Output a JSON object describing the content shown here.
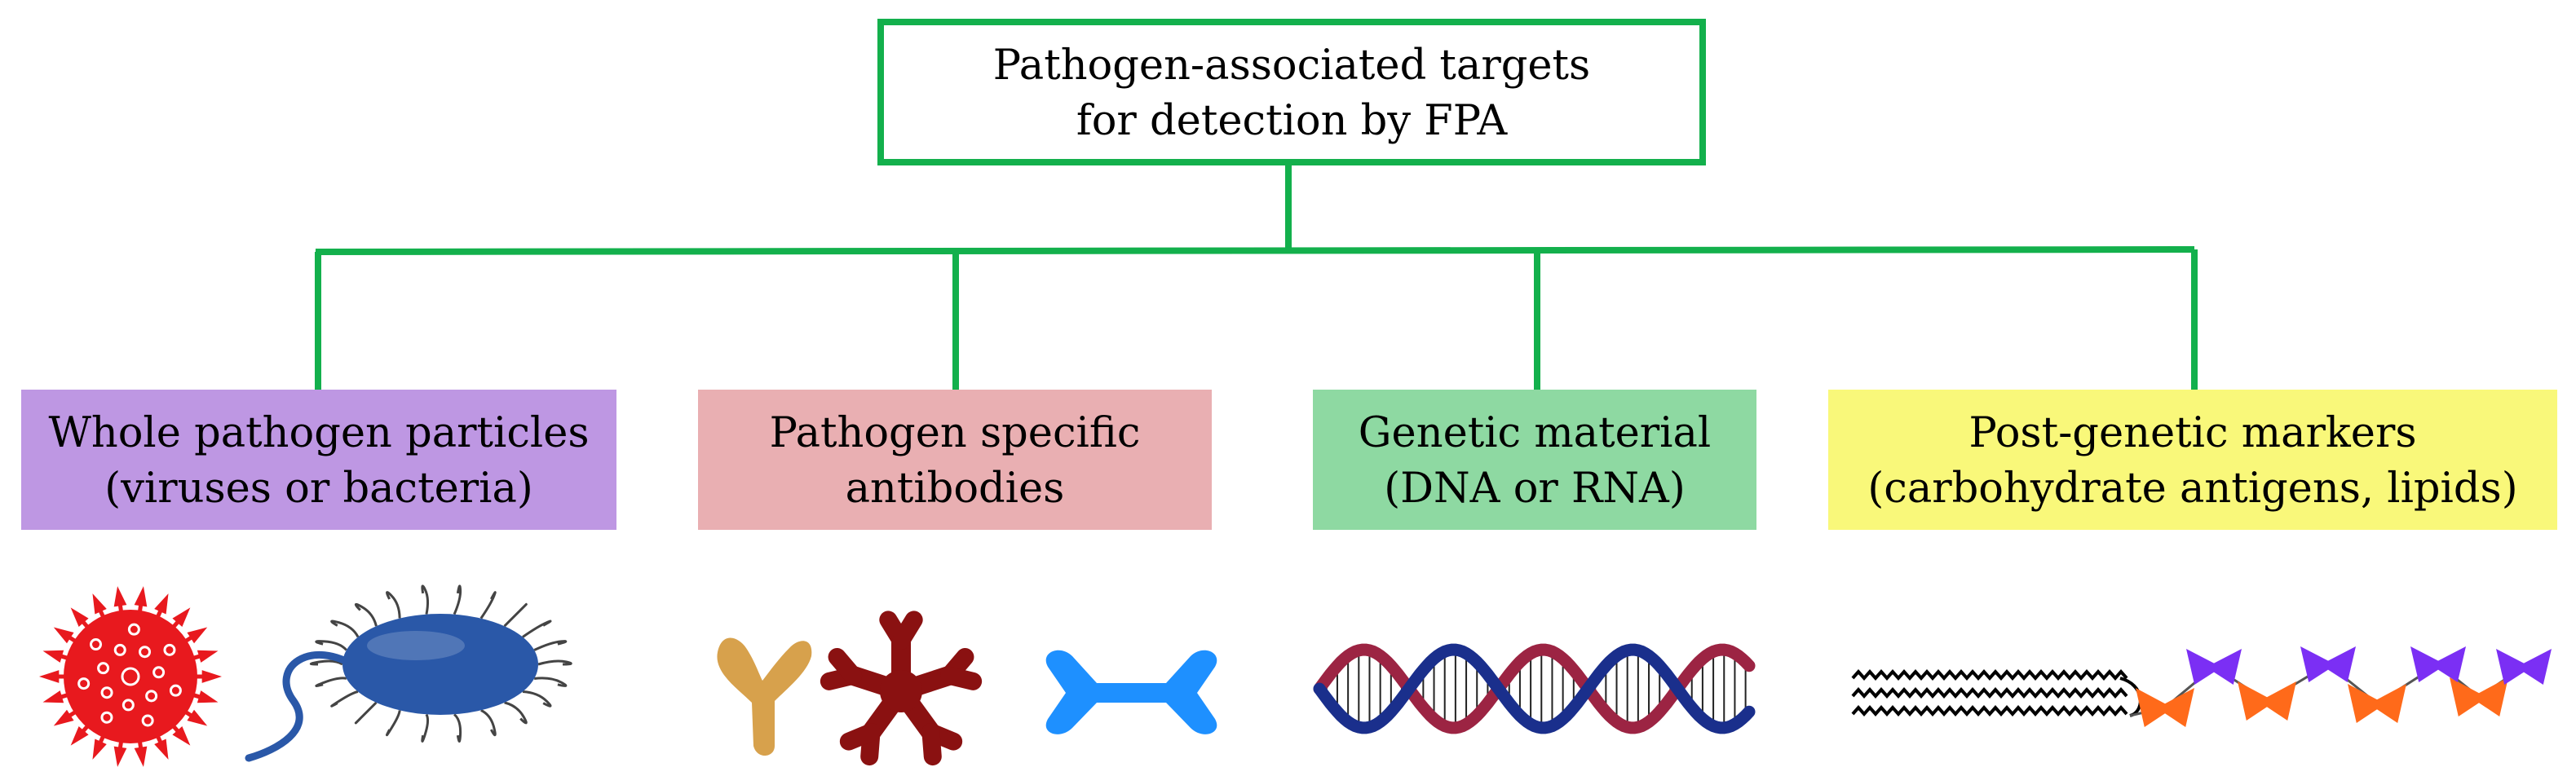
{
  "colors": {
    "connector": "#13b04c",
    "root_fill": "#ffffff",
    "category_fills": [
      "#be97e3",
      "#e9afb2",
      "#8ed9a2",
      "#f9f87a"
    ],
    "virus": "#e8191e",
    "bacterium": "#2a58a8",
    "antibody_igg": "#d7a14c",
    "antibody_igm": "#8a1111",
    "antibody_iga": "#1e90ff",
    "dna_strand_a": "#1a2f8c",
    "dna_strand_b": "#9c2443",
    "lipid": "#000000",
    "carb_orange": "#ff6a1a",
    "carb_purple": "#7b2ff4"
  },
  "root": {
    "line1": "Pathogen-associated targets",
    "line2": "for detection by FPA"
  },
  "categories": [
    {
      "line1": "Whole pathogen particles",
      "line2": "(viruses or bacteria)",
      "icons": [
        "virus-icon",
        "bacterium-icon"
      ]
    },
    {
      "line1": "Pathogen specific",
      "line2": "antibodies",
      "icons": [
        "igg-antibody-icon",
        "igm-antibody-icon",
        "iga-antibody-icon"
      ]
    },
    {
      "line1": "Genetic material",
      "line2": "(DNA or RNA)",
      "icons": [
        "dna-helix-icon"
      ]
    },
    {
      "line1": "Post-genetic markers",
      "line2": "(carbohydrate antigens, lipids)",
      "icons": [
        "lipid-chain-icon",
        "carbohydrate-chain-icon"
      ]
    }
  ]
}
